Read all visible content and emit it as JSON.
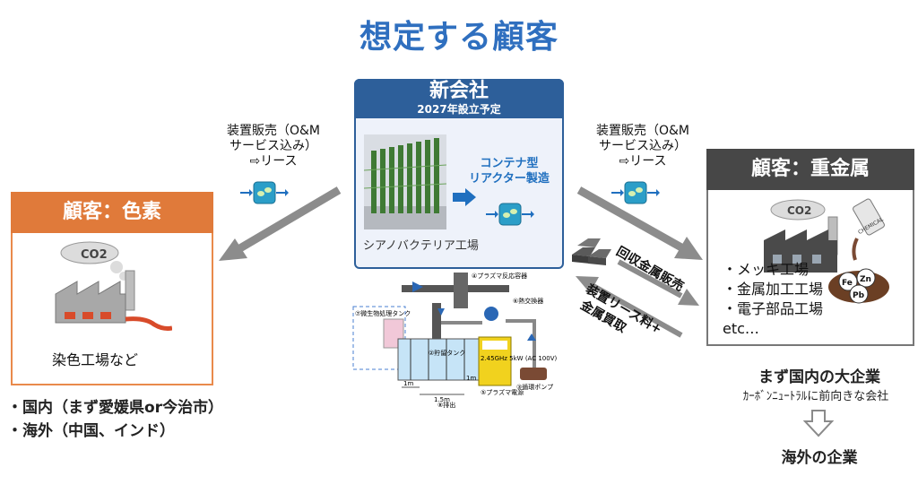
{
  "title": "想定する顧客",
  "new_company": {
    "name": "新会社",
    "subtitle": "2027年設立予定",
    "factory_label": "シアノバクテリア工場",
    "container_label_line1": "コンテナ型",
    "container_label_line2": "リアクター製造"
  },
  "left_flow": {
    "line1": "装置販売（O&M",
    "line2": "サービス込み）",
    "line3": "⇨リース"
  },
  "right_flow": {
    "line1": "装置販売（O&M",
    "line2": "サービス込み）",
    "line3": "⇨リース"
  },
  "pigment_customer": {
    "heading": "顧客：色素",
    "co2": "CO2",
    "label": "染色工場など"
  },
  "regions": [
    "・国内（まず愛媛県or今治市）",
    "・海外（中国、インド）"
  ],
  "metal_customer": {
    "heading": "顧客：重金属",
    "co2": "CO2",
    "chemical": "CHEMICAL",
    "elements": [
      "Fe",
      "Zn",
      "Pb"
    ],
    "items": [
      "・メッキ工場",
      "・金属加工工場",
      "・電子部品工場",
      "etc…"
    ]
  },
  "metal_flow": {
    "upper": "回収金属販売",
    "lower_line1": "装置リース料+",
    "lower_line2": "金属買取"
  },
  "target": {
    "first": "まず国内の大企業",
    "note": "ｶｰﾎﾞﾝﾆｭｰﾄﾗﾙに前向きな会社",
    "next": "海外の企業"
  },
  "system_diagram": {
    "labels": [
      "④プラズマ反応容器",
      "⑦微生物処理タンク",
      "⑥熱交換器",
      "②貯留タンク",
      "2.45GHz 5kW (AC 100V)",
      "⑤プラズマ電源",
      "③循環ポンプ",
      "1m",
      "1.5m",
      "1m",
      "⑧排出"
    ]
  },
  "colors": {
    "title": "#2f6fbf",
    "pigment": "#e07a3a",
    "company": "#2d5f9a",
    "metal": "#474747",
    "arrow": "#8c8c8c"
  }
}
